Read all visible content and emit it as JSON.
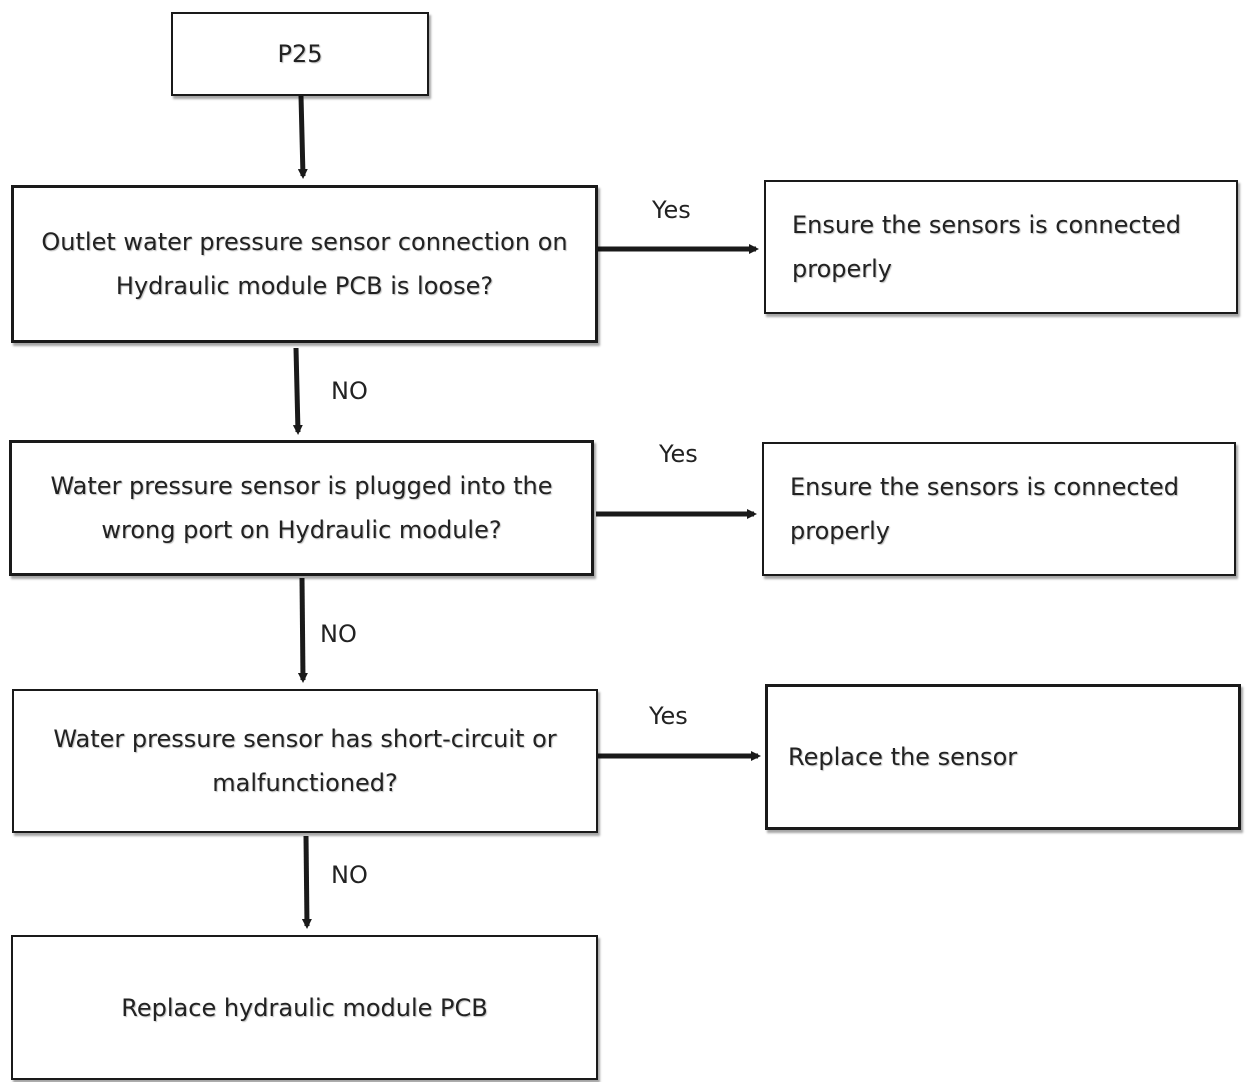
{
  "nodes": {
    "start": "P25",
    "q1": "Outlet water pressure sensor connection on Hydraulic module PCB is loose?",
    "q2": "Water pressure sensor is plugged into the wrong port on Hydraulic module?",
    "q3": "Water pressure sensor has short-circuit or malfunctioned?",
    "a1": "Ensure the sensors is connected properly",
    "a2": "Ensure the sensors is connected properly",
    "a3": "Replace the sensor",
    "end": "Replace hydraulic module PCB"
  },
  "edges": {
    "yes1": "Yes",
    "yes2": "Yes",
    "yes3": "Yes",
    "no1": "NO",
    "no2": "NO",
    "no3": "NO"
  }
}
